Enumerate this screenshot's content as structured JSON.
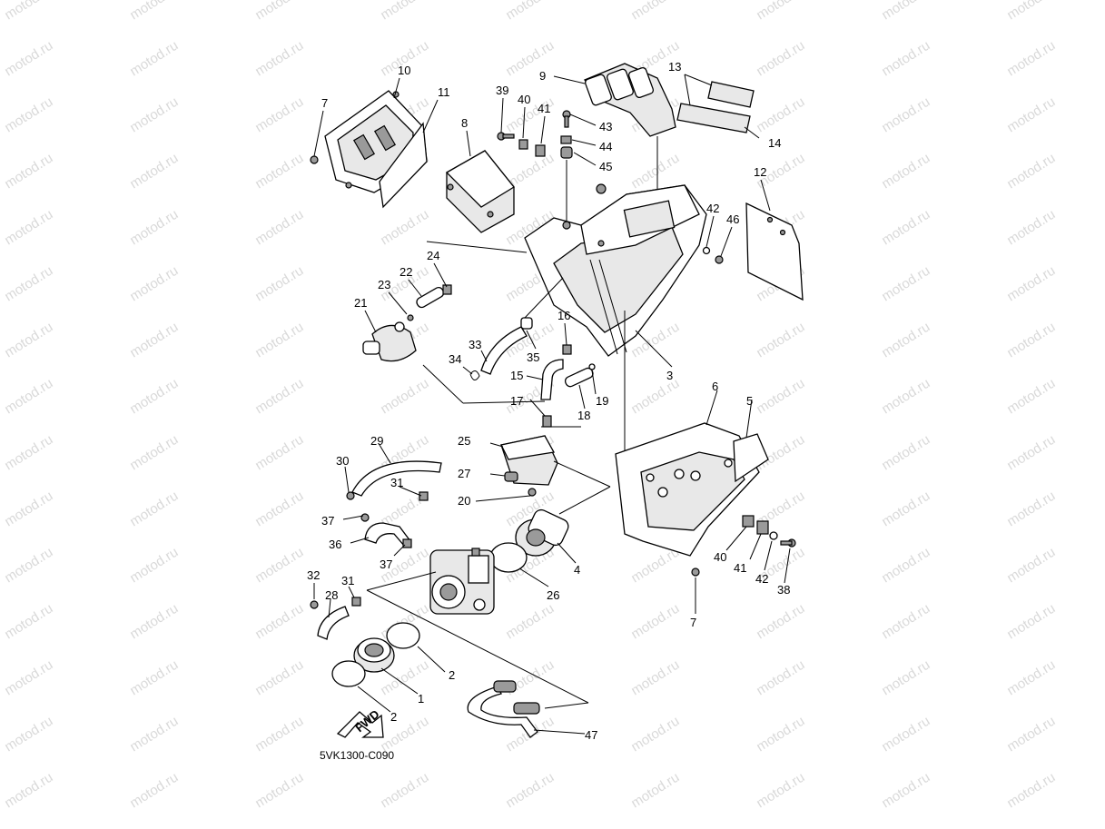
{
  "diagram": {
    "code": "5VK1300-C090",
    "watermark": "motod.ru",
    "fwd_label": "FWD",
    "callouts": [
      {
        "id": "c10",
        "text": "10"
      },
      {
        "id": "c11",
        "text": "11"
      },
      {
        "id": "c7a",
        "text": "7"
      },
      {
        "id": "c8",
        "text": "8"
      },
      {
        "id": "c9",
        "text": "9"
      },
      {
        "id": "c39",
        "text": "39"
      },
      {
        "id": "c40a",
        "text": "40"
      },
      {
        "id": "c41a",
        "text": "41"
      },
      {
        "id": "c43",
        "text": "43"
      },
      {
        "id": "c44",
        "text": "44"
      },
      {
        "id": "c45",
        "text": "45"
      },
      {
        "id": "c13",
        "text": "13"
      },
      {
        "id": "c14",
        "text": "14"
      },
      {
        "id": "c12",
        "text": "12"
      },
      {
        "id": "c42a",
        "text": "42"
      },
      {
        "id": "c46",
        "text": "46"
      },
      {
        "id": "c24",
        "text": "24"
      },
      {
        "id": "c22",
        "text": "22"
      },
      {
        "id": "c23",
        "text": "23"
      },
      {
        "id": "c21",
        "text": "21"
      },
      {
        "id": "c16",
        "text": "16"
      },
      {
        "id": "c33",
        "text": "33"
      },
      {
        "id": "c35",
        "text": "35"
      },
      {
        "id": "c34",
        "text": "34"
      },
      {
        "id": "c15",
        "text": "15"
      },
      {
        "id": "c19",
        "text": "19"
      },
      {
        "id": "c3",
        "text": "3"
      },
      {
        "id": "c18",
        "text": "18"
      },
      {
        "id": "c17",
        "text": "17"
      },
      {
        "id": "c6",
        "text": "6"
      },
      {
        "id": "c5",
        "text": "5"
      },
      {
        "id": "c25",
        "text": "25"
      },
      {
        "id": "c29",
        "text": "29"
      },
      {
        "id": "c30",
        "text": "30"
      },
      {
        "id": "c27",
        "text": "27"
      },
      {
        "id": "c31a",
        "text": "31"
      },
      {
        "id": "c20",
        "text": "20"
      },
      {
        "id": "c37a",
        "text": "37"
      },
      {
        "id": "c36",
        "text": "36"
      },
      {
        "id": "c37b",
        "text": "37"
      },
      {
        "id": "c4",
        "text": "4"
      },
      {
        "id": "c40b",
        "text": "40"
      },
      {
        "id": "c41b",
        "text": "41"
      },
      {
        "id": "c42b",
        "text": "42"
      },
      {
        "id": "c38",
        "text": "38"
      },
      {
        "id": "c26",
        "text": "26"
      },
      {
        "id": "c32",
        "text": "32"
      },
      {
        "id": "c31b",
        "text": "31"
      },
      {
        "id": "c28",
        "text": "28"
      },
      {
        "id": "c7b",
        "text": "7"
      },
      {
        "id": "c2a",
        "text": "2"
      },
      {
        "id": "c1",
        "text": "1"
      },
      {
        "id": "c2b",
        "text": "2"
      },
      {
        "id": "c47",
        "text": "47"
      }
    ]
  }
}
